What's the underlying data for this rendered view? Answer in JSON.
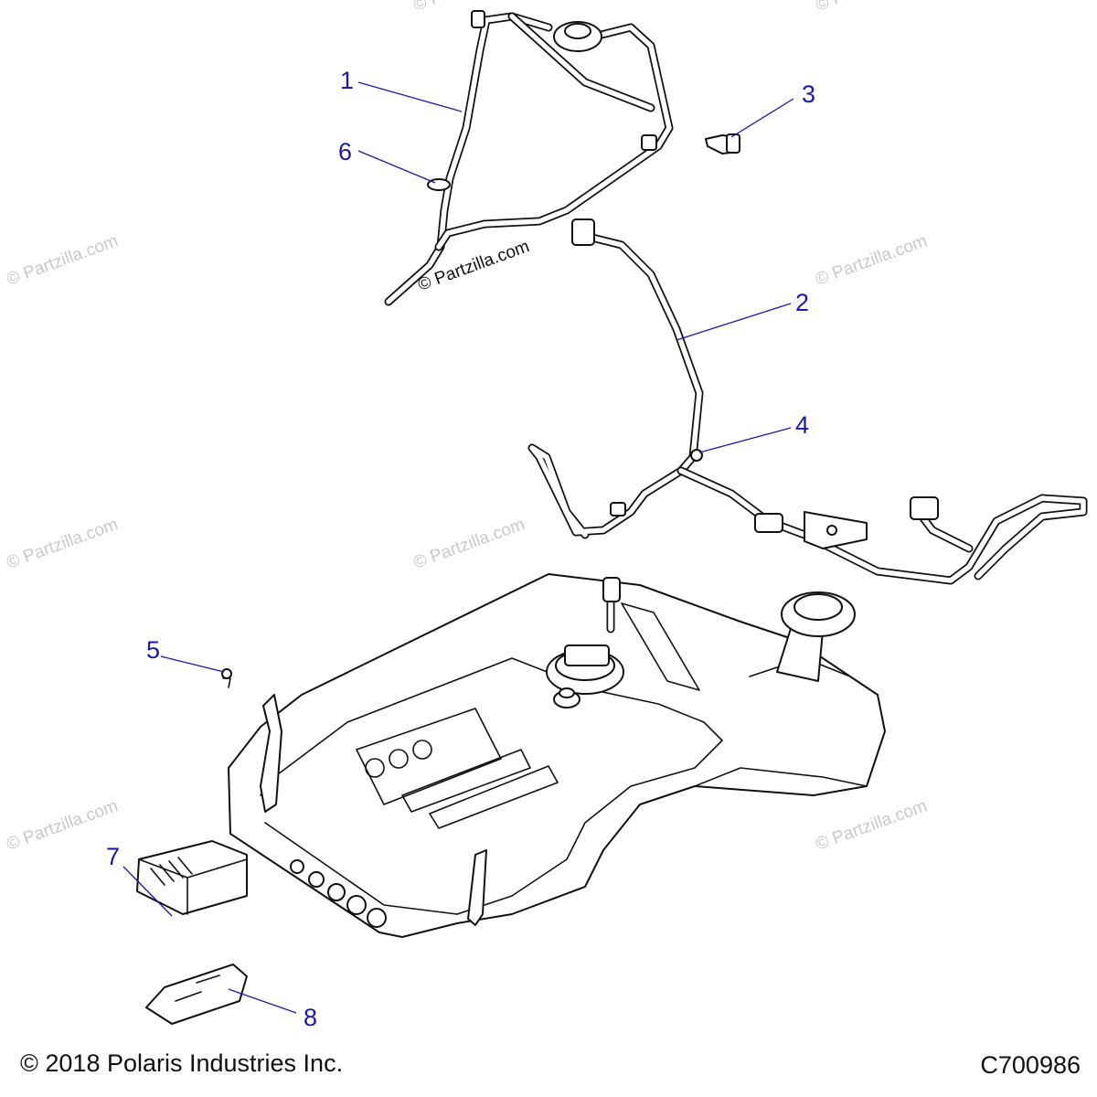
{
  "watermark": "© Partzilla.com",
  "callouts": [
    {
      "id": "1",
      "label": "1"
    },
    {
      "id": "2",
      "label": "2"
    },
    {
      "id": "3",
      "label": "3"
    },
    {
      "id": "4",
      "label": "4"
    },
    {
      "id": "5",
      "label": "5"
    },
    {
      "id": "6",
      "label": "6"
    },
    {
      "id": "7",
      "label": "7"
    },
    {
      "id": "8",
      "label": "8"
    }
  ],
  "footer": {
    "copyright": "© 2018 Polaris Industries Inc.",
    "figure_code": "C700986"
  },
  "colors": {
    "callout": "#1a1aa6",
    "watermark": "#c9c9c9",
    "line": "#111111"
  }
}
